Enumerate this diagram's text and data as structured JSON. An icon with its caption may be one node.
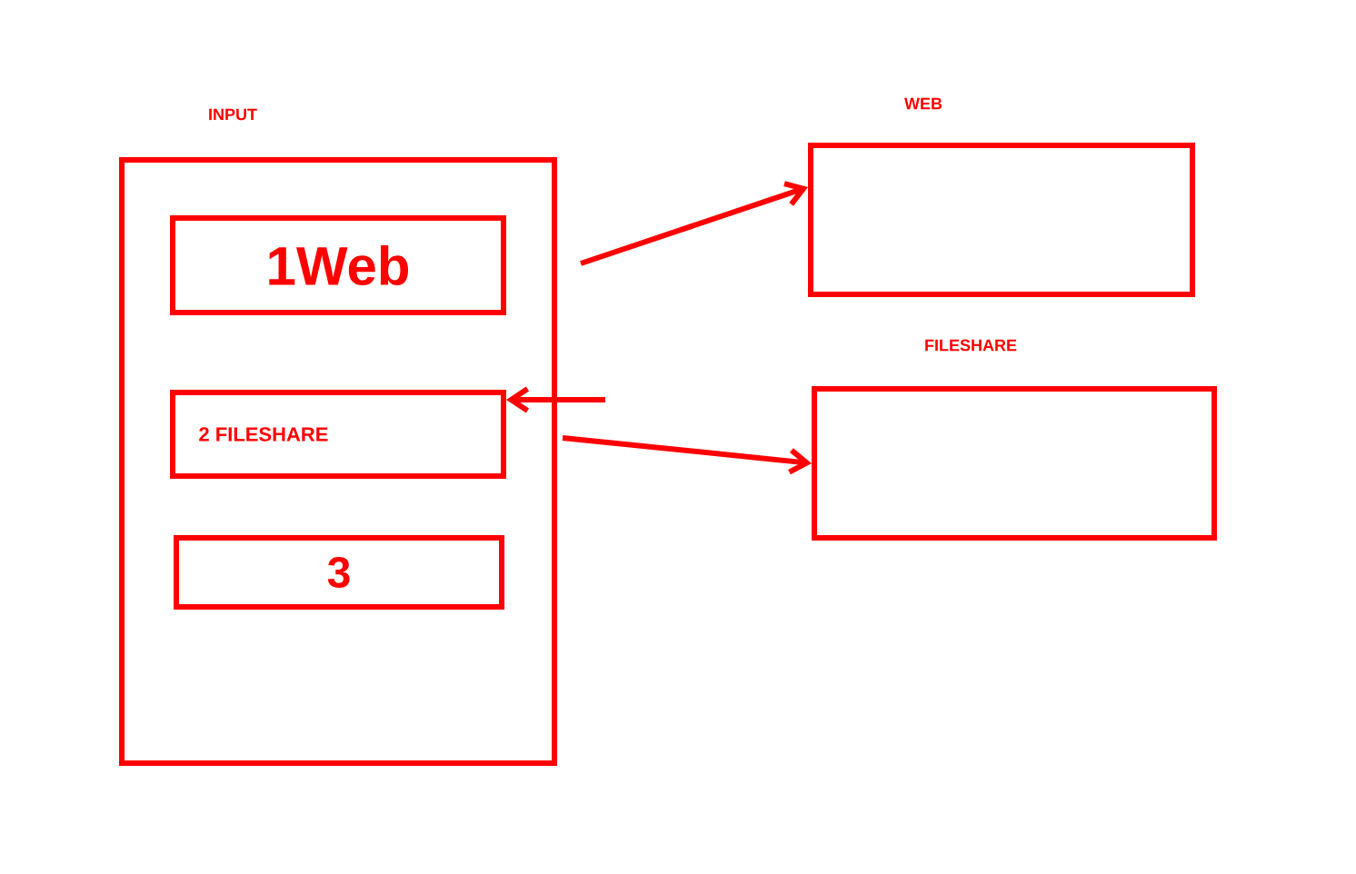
{
  "diagram": {
    "nodes": [
      {
        "text": [
          "INPUT"
        ]
      },
      {
        "text": [
          "1Web"
        ],
        "in": 0
      },
      {
        "text": [
          "2 FILESHARE"
        ],
        "in": 0
      },
      {
        "text": [
          "3"
        ],
        "in": 0
      },
      {
        "text": [
          "WEB"
        ]
      },
      {
        "text": [
          "FILESHARE"
        ]
      }
    ],
    "edges": [
      {
        "from": 0,
        "to": 4,
        "arrow": "to"
      },
      {
        "from": null,
        "to": 2,
        "arrow": "to"
      },
      {
        "from": 0,
        "to": 5,
        "arrow": "to"
      }
    ]
  }
}
